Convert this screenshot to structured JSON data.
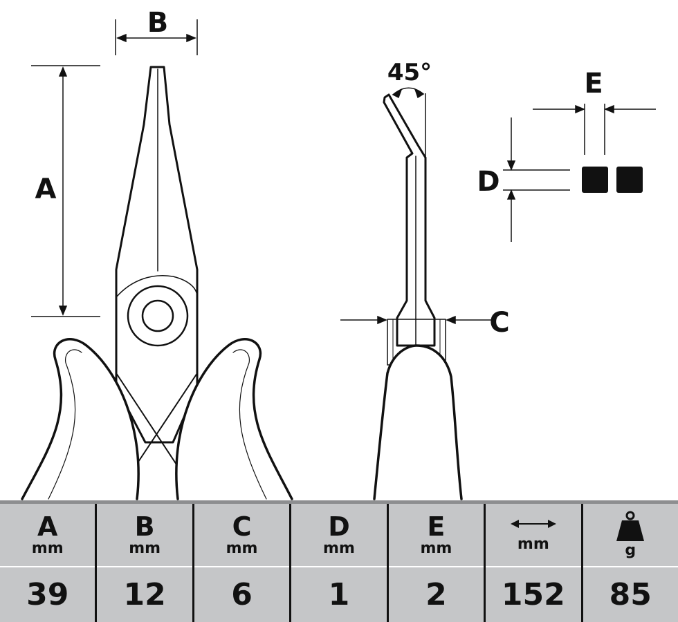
{
  "diagram": {
    "labels": {
      "a": "A",
      "b": "B",
      "c": "C",
      "d": "D",
      "e": "E",
      "angle": "45°"
    }
  },
  "table": {
    "columns": [
      {
        "label": "A",
        "unit": "mm",
        "value": "39"
      },
      {
        "label": "B",
        "unit": "mm",
        "value": "12"
      },
      {
        "label": "C",
        "unit": "mm",
        "value": "6"
      },
      {
        "label": "D",
        "unit": "mm",
        "value": "1"
      },
      {
        "label": "E",
        "unit": "mm",
        "value": "2"
      },
      {
        "icon": "double-arrow-icon",
        "unit": "mm",
        "value": "152"
      },
      {
        "icon": "weight-icon",
        "unit": "g",
        "value": "85"
      }
    ]
  },
  "colors": {
    "table_bg": "#c5c6c8",
    "line": "#111111"
  }
}
